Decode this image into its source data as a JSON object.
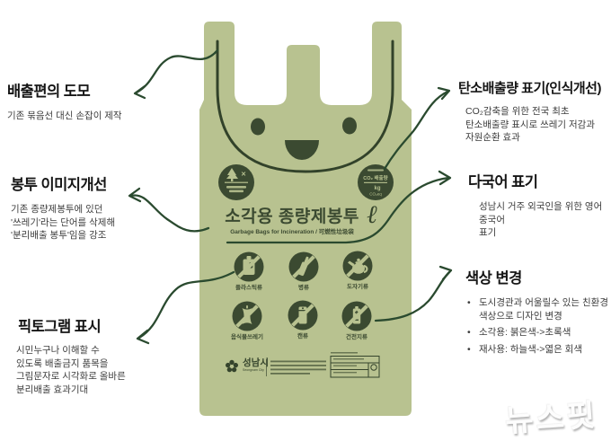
{
  "annotations": {
    "left": [
      {
        "title": "배출편의 도모",
        "body": "기존 묶음선 대신 손잡이 제작"
      },
      {
        "title": "봉투 이미지개선",
        "body": "기존 종량제봉투에 있던\n'쓰레기'라는 단어를 삭제해\n'분리배출 봉투'임을 강조"
      },
      {
        "title": "픽토그램 표시",
        "body": "시민누구나 이해할 수\n있도록 배출금지 품목을\n그림문자로 시각화로 올바른\n분리배출 효과기대"
      }
    ],
    "right": [
      {
        "title": "탄소배출량 표기(인식개선)",
        "body": "CO₂감축을 위한 전국 최초\n탄소배출량 표시로 쓰레기 저감과\n자원순환 효과"
      },
      {
        "title": "다국어 표기",
        "body": "성남시 거주 외국인을 위한 영어 중국어\n표기"
      },
      {
        "title": "색상 변경",
        "bullets": [
          "도시경관과 어울릴수 있는 친환경\n색상으로 디자인 변경",
          "소각용: 붉은색->초록색",
          "재사용: 하늘색->엷은 회색"
        ]
      }
    ]
  },
  "bag": {
    "title": "소각용 종량제봉투",
    "subtitle": "Garbage Bags for Incineration / 可燃性垃圾袋",
    "liter_symbol": "ℓ",
    "badge_left": {
      "icon": "no-tree-icon",
      "symbol": "✕"
    },
    "badge_right": {
      "line1": "CO₂ 배출량",
      "line2": "kg",
      "line3": "CO₂eq"
    },
    "pictograms": [
      {
        "label": "플라스틱류",
        "icon": "no-plastic-icon"
      },
      {
        "label": "병류",
        "icon": "no-bottle-icon"
      },
      {
        "label": "도자기류",
        "icon": "no-ceramic-icon"
      },
      {
        "label": "음식물쓰레기",
        "icon": "no-foodwaste-icon"
      },
      {
        "label": "캔류",
        "icon": "no-can-icon"
      },
      {
        "label": "건전지류",
        "icon": "no-battery-icon"
      }
    ],
    "footer": {
      "city": "성남시",
      "city_en": "Seongnam City"
    }
  },
  "watermark": "뉴스핏",
  "colors": {
    "bag_green": "#b8c290",
    "dark_green": "#3b4a31",
    "arrow": "#2a4a2f",
    "background": "#ffffff"
  }
}
